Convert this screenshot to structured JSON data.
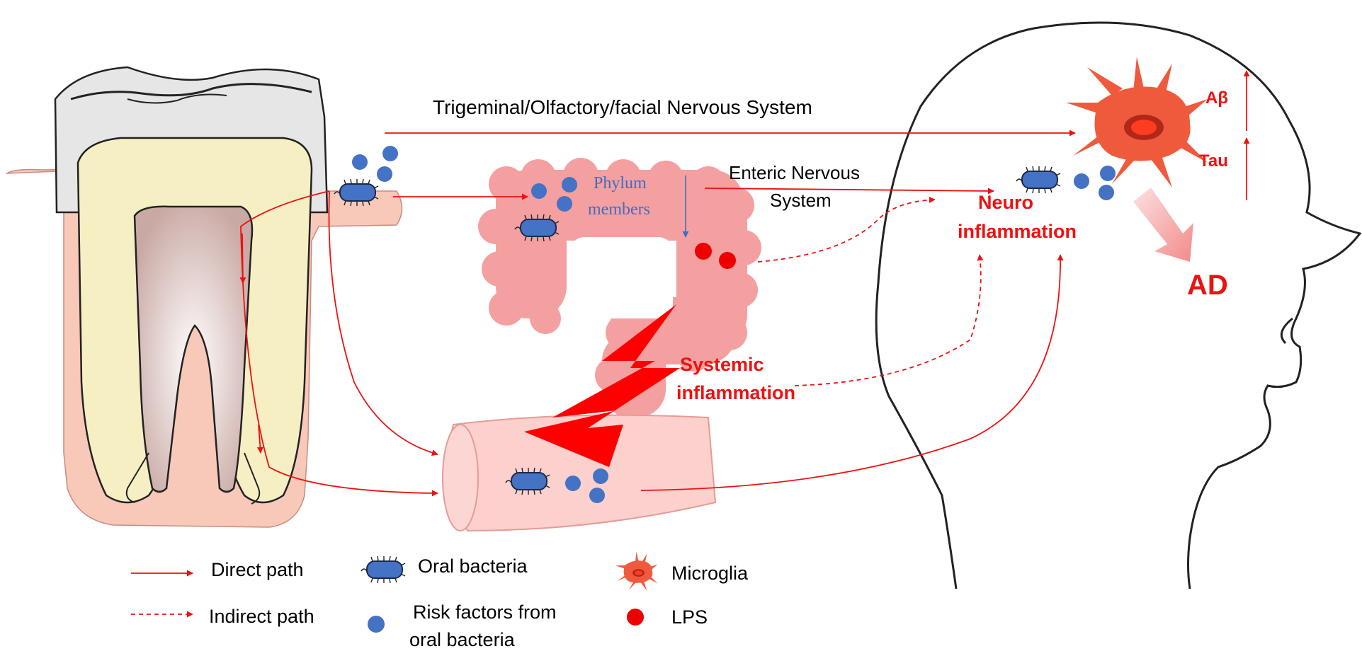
{
  "pathways": {
    "trigeminal": "Trigeminal/Olfactory/facial Nervous System",
    "enteric_line1": "Enteric Nervous",
    "enteric_line2": "System",
    "phylum_line1": "Phylum",
    "phylum_line2": "members"
  },
  "outcomes": {
    "neuro_line1": "Neuro",
    "neuro_line2": "inflammation",
    "systemic_line1": "Systemic",
    "systemic_line2": "inflammation",
    "abeta": "Aβ",
    "tau": "Tau",
    "ad": "AD"
  },
  "legend": {
    "direct_path": "Direct path",
    "indirect_path": "Indirect path",
    "oral_bacteria": "Oral bacteria",
    "risk_factors_line1": "Risk factors from",
    "risk_factors_line2": "oral bacteria",
    "microglia": "Microglia",
    "lps": "LPS"
  },
  "colors": {
    "arrow_red": "#ee1111",
    "bacteria_blue": "#4472c4",
    "gut_pink": "#f4a0a0",
    "vessel_pink": "#fcd0cc",
    "gum_pink": "#f8c8b8",
    "dentin_yellow": "#f6efc4",
    "enamel_gray": "#e6e6e6",
    "microglia_orange": "#f05a3c",
    "phylum_text_blue": "#3a6fc4"
  }
}
